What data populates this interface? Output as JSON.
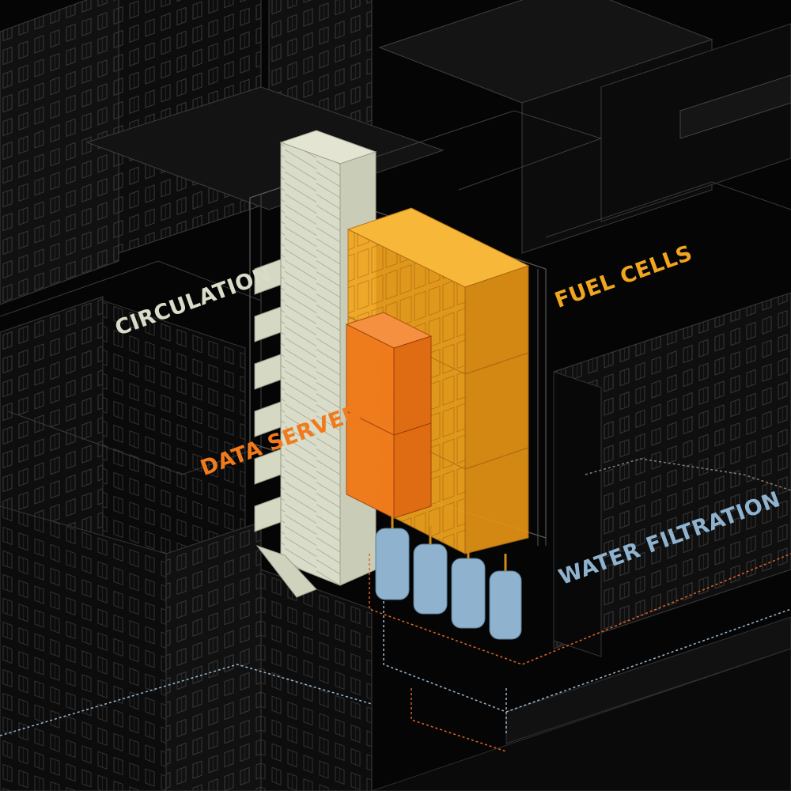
{
  "labels": {
    "circulation": "CIRCULATION",
    "fuel_cells": "FUEL CELLS",
    "data_servers": "DATA SERVERS",
    "water_filtration": "WATER FILTRATION"
  },
  "colors": {
    "background": "#050505",
    "building_line": "#4a4a4a",
    "circulation": "#d9dcc8",
    "fuel_cells": "#f2a51f",
    "data_servers": "#f07a1c",
    "water_filtration": "#8fb3cf",
    "conduit_orange": "#e0652a",
    "conduit_blue": "#9ab8cf"
  }
}
